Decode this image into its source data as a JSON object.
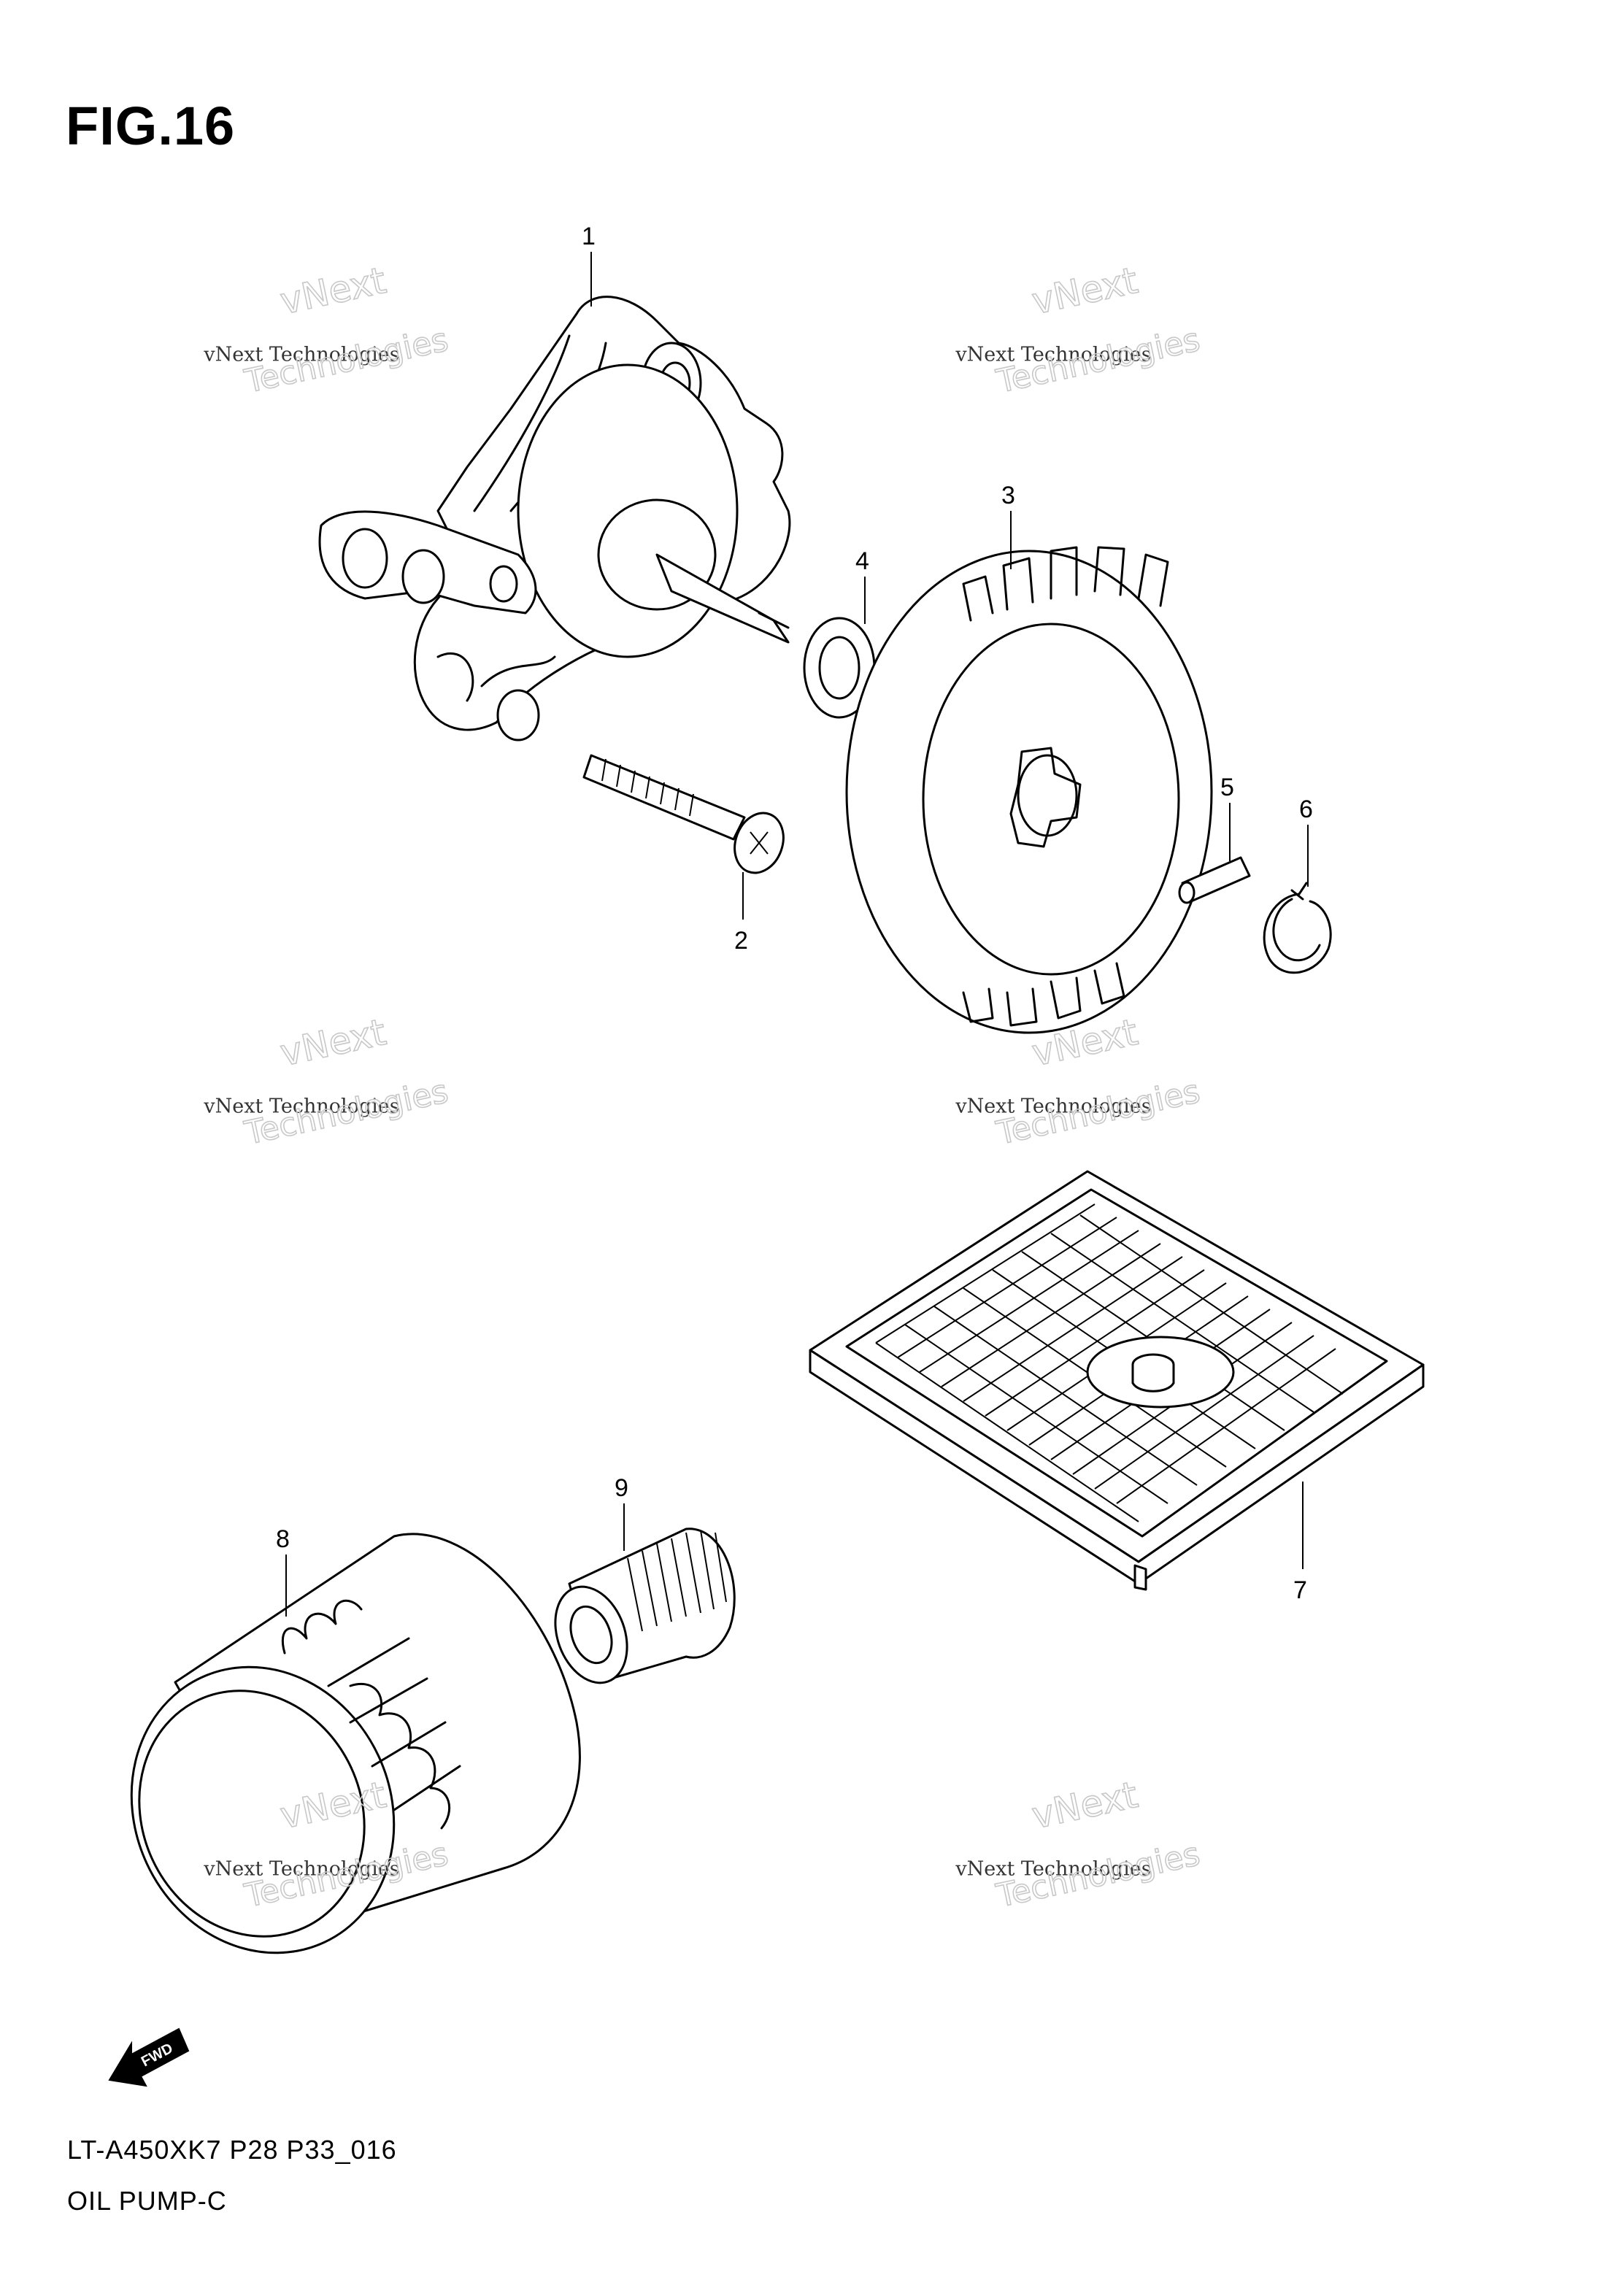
{
  "figure": {
    "title": "FIG.16"
  },
  "footer": {
    "model_code": "LT-A450XK7 P28 P33_016",
    "diagram_name": "OIL PUMP-C"
  },
  "callouts": [
    "1",
    "2",
    "3",
    "4",
    "5",
    "6",
    "7",
    "8",
    "9"
  ],
  "watermark": {
    "line1": "vNext",
    "line2": "vNext Technologies",
    "line3": "Technologies"
  },
  "orientation_badge": {
    "label": "FWD"
  }
}
